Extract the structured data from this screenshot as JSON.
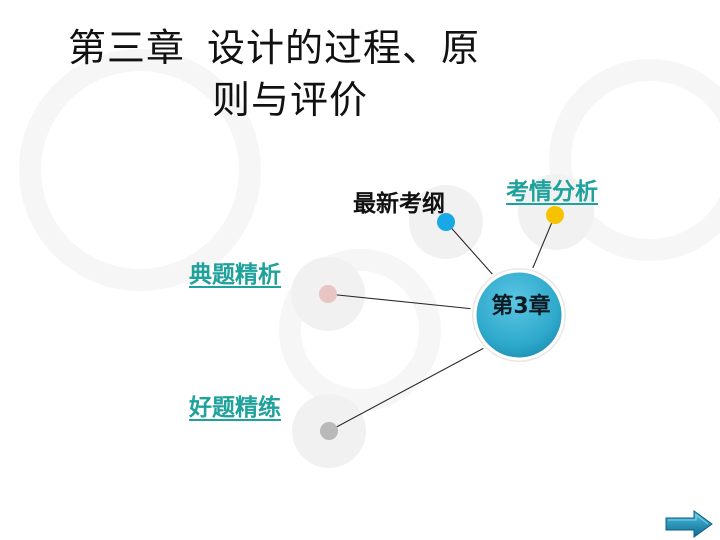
{
  "slide": {
    "title_part1": "第三章",
    "title_part2": "设计的过程、原",
    "title_line2": "则与评价"
  },
  "diagram": {
    "hub_label": "第3章",
    "nodes": [
      {
        "label": "最新考纲",
        "style": "plain",
        "dot_color": "#19a8e6"
      },
      {
        "label": "考情分析",
        "style": "link",
        "dot_color": "#f7c300"
      },
      {
        "label": "典题精析",
        "style": "link",
        "dot_color": "#e8c4c2"
      },
      {
        "label": "好题精练",
        "style": "link",
        "dot_color": "#b9b9b9"
      }
    ]
  },
  "colors": {
    "hub_fill": "#35b3d4",
    "link_text": "#1fa19c",
    "halo": "#f0f0f0"
  },
  "nav": {
    "next_icon": "arrow-right-icon"
  }
}
